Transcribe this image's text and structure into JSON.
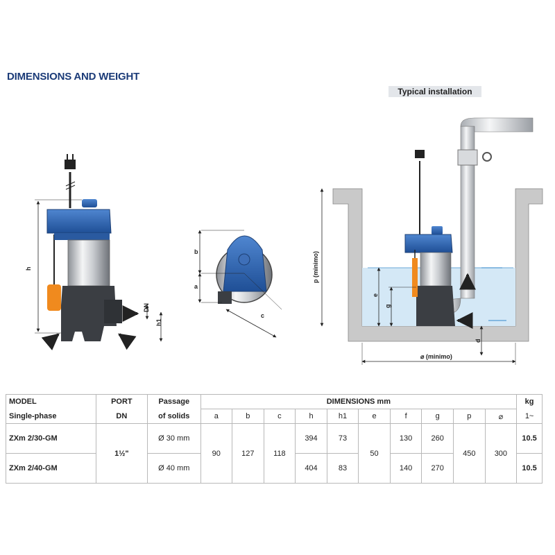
{
  "heading": "DIMENSIONS AND WEIGHT",
  "installation_label": "Typical installation",
  "drawing_labels": {
    "h": "h",
    "dn": "DN",
    "h1": "h1",
    "b": "b",
    "a": "a",
    "c": "c",
    "p_minimo": "p (minimo)",
    "e": "e",
    "g": "g",
    "d": "d",
    "diam_minimo": "⌀ (minimo)"
  },
  "table": {
    "header": {
      "model": "MODEL",
      "single_phase": "Single-phase",
      "port": "PORT",
      "dn": "DN",
      "passage": "Passage",
      "of_solids": "of solids",
      "dimensions": "DIMENSIONS mm",
      "kg": "kg",
      "kg_phase": "1~"
    },
    "dim_columns": [
      "a",
      "b",
      "c",
      "h",
      "h1",
      "e",
      "f",
      "g",
      "p",
      "⌀"
    ],
    "rows": [
      {
        "model": "ZXm 2/30-GM",
        "solids": "Ø 30 mm",
        "h": "394",
        "h1": "73",
        "f": "130",
        "g": "260",
        "kg": "10.5"
      },
      {
        "model": "ZXm 2/40-GM",
        "solids": "Ø 40 mm",
        "h": "404",
        "h1": "83",
        "f": "140",
        "g": "270",
        "kg": "10.5"
      }
    ],
    "shared": {
      "port": "1½\"",
      "a": "90",
      "b": "127",
      "c": "118",
      "e": "50",
      "p": "450",
      "diam": "300"
    }
  }
}
